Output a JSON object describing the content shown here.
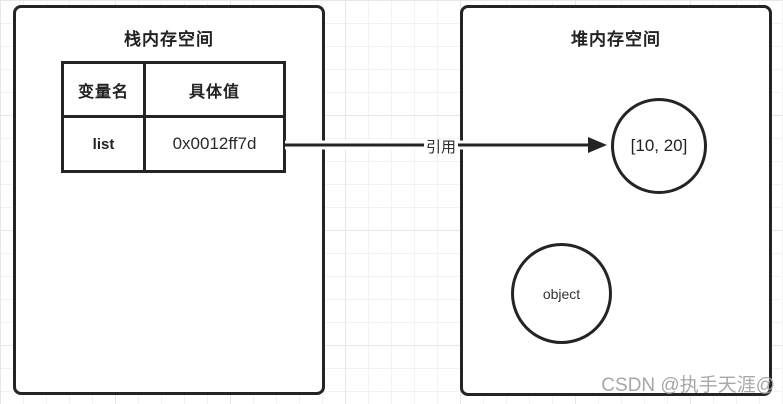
{
  "diagram": {
    "stack_box": {
      "title": "栈内存空间",
      "table": {
        "headers": [
          "变量名",
          "具体值"
        ],
        "rows": [
          {
            "name": "list",
            "value": "0x0012ff7d"
          }
        ]
      }
    },
    "heap_box": {
      "title": "堆内存空间",
      "objects": [
        {
          "label": "[10, 20]"
        },
        {
          "label": "object"
        }
      ]
    },
    "arrow": {
      "label": "引用"
    },
    "watermark": "CSDN @执手天涯@"
  },
  "colors": {
    "stroke": "#242424",
    "grid_minor": "#f2f2f2",
    "grid_major": "#e7e7e7",
    "watermark_gray": "#a7a7a7",
    "box_fill": "#ffffff"
  }
}
